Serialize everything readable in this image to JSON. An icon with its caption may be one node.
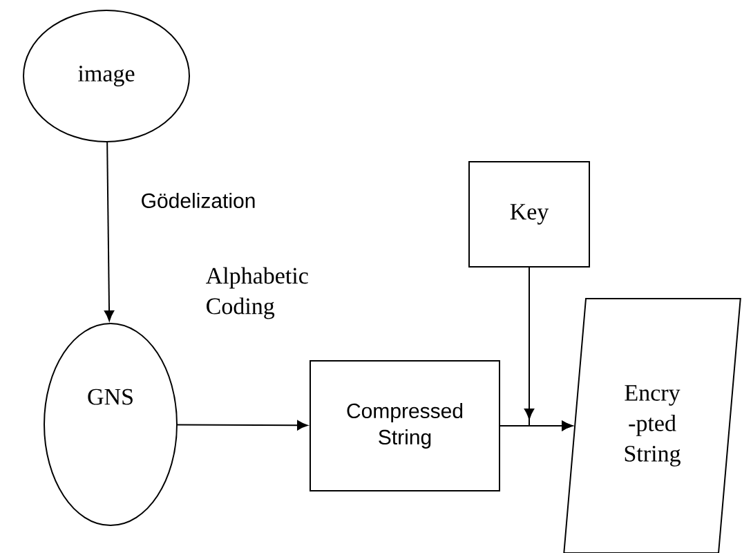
{
  "diagram": {
    "nodes": [
      {
        "text": [
          "image"
        ]
      },
      {
        "text": [
          "GNS"
        ]
      },
      {
        "text": [
          "Compressed String"
        ]
      },
      {
        "text": [
          "Key"
        ]
      },
      {
        "text": [
          "Encry -pted String"
        ]
      }
    ],
    "edges": [
      {
        "from": 0,
        "to": 1,
        "arrow": "to",
        "label": "Gödelization"
      },
      {
        "from": 1,
        "to": 2,
        "arrow": "to",
        "label": "Alphabetic Coding"
      },
      {
        "from": 2,
        "to": 4,
        "arrow": "to"
      },
      {
        "from": 3,
        "to": 4,
        "arrow": "to"
      }
    ]
  }
}
